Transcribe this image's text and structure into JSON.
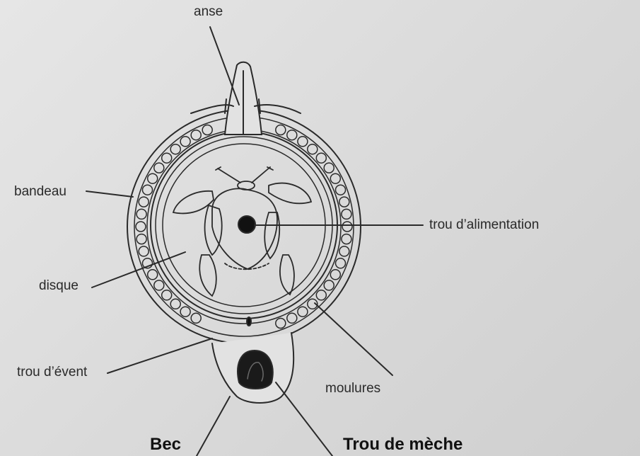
{
  "labels": {
    "anse": "anse",
    "bandeau": "bandeau",
    "trou_alimentation": "trou d’alimentation",
    "disque": "disque",
    "trou_event": "trou d’évent",
    "moulures": "moulures",
    "bec": "Bec",
    "trou_meche": "Trou de mèche"
  },
  "colors": {
    "ink": "#2a2a2a",
    "paper": "#dcdcdc"
  }
}
